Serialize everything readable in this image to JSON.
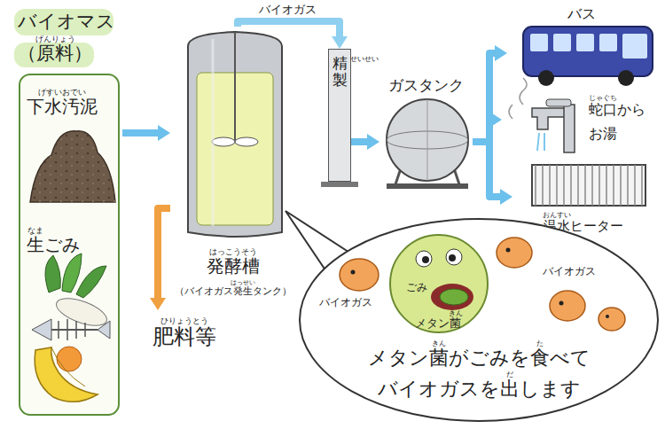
{
  "diagram": {
    "nodes": [
      {
        "text": [
          "バイオマス（原料）",
          "下水汚泥",
          "生ごみ"
        ]
      },
      {
        "text": [
          "発酵槽",
          "（バイオガス発生タンク）"
        ]
      },
      {
        "text": [
          "精製"
        ]
      },
      {
        "text": [
          "ガスタンク"
        ]
      },
      {
        "text": [
          "バス"
        ]
      },
      {
        "text": [
          "蛇口からお湯"
        ]
      },
      {
        "text": [
          "温水ヒーター"
        ]
      },
      {
        "text": [
          "肥料等"
        ]
      },
      {
        "text": [
          "メタン菌がごみを食べて バイオガスを出します"
        ]
      }
    ],
    "edges": [
      {
        "from": 0,
        "to": 1,
        "arrow": "to"
      },
      {
        "from": 1,
        "to": 2,
        "label": "バイオガス",
        "arrow": "to"
      },
      {
        "from": 2,
        "to": 3,
        "arrow": "to"
      },
      {
        "from": 3,
        "to": 4,
        "arrow": "to"
      },
      {
        "from": 3,
        "to": 5,
        "arrow": "to"
      },
      {
        "from": 3,
        "to": 6,
        "arrow": "to"
      },
      {
        "from": 1,
        "to": 7,
        "arrow": "to"
      }
    ],
    "labels": [
      "げんりょう",
      "げすいおでい",
      "なま",
      "はっこうそう",
      "はっせい",
      "ひりょうとう",
      "せいせい",
      "じゃぐち",
      "おんすい",
      "ごみ",
      "メタン菌",
      "きん",
      "バイオガス",
      "バイオガス",
      "きん",
      "た",
      "だ"
    ]
  }
}
